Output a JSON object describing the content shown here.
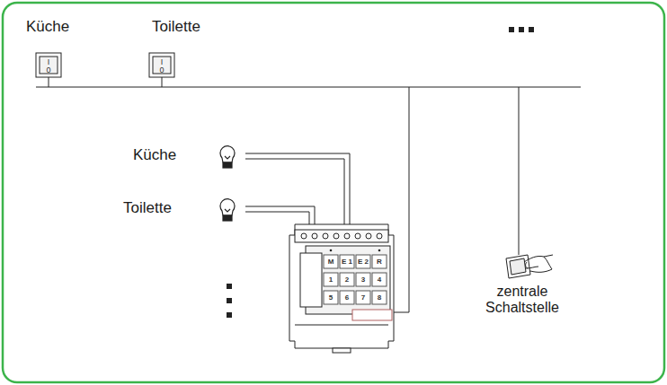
{
  "diagram": {
    "labels": [
      "Küche",
      "Toilette",
      "I",
      "0",
      "I",
      "0",
      "Küche",
      "Toilette",
      "M",
      "E 1",
      "E 2",
      "R",
      "1",
      "2",
      "3",
      "4",
      "5",
      "6",
      "7",
      "8",
      "zentrale Schaltstelle"
    ]
  }
}
